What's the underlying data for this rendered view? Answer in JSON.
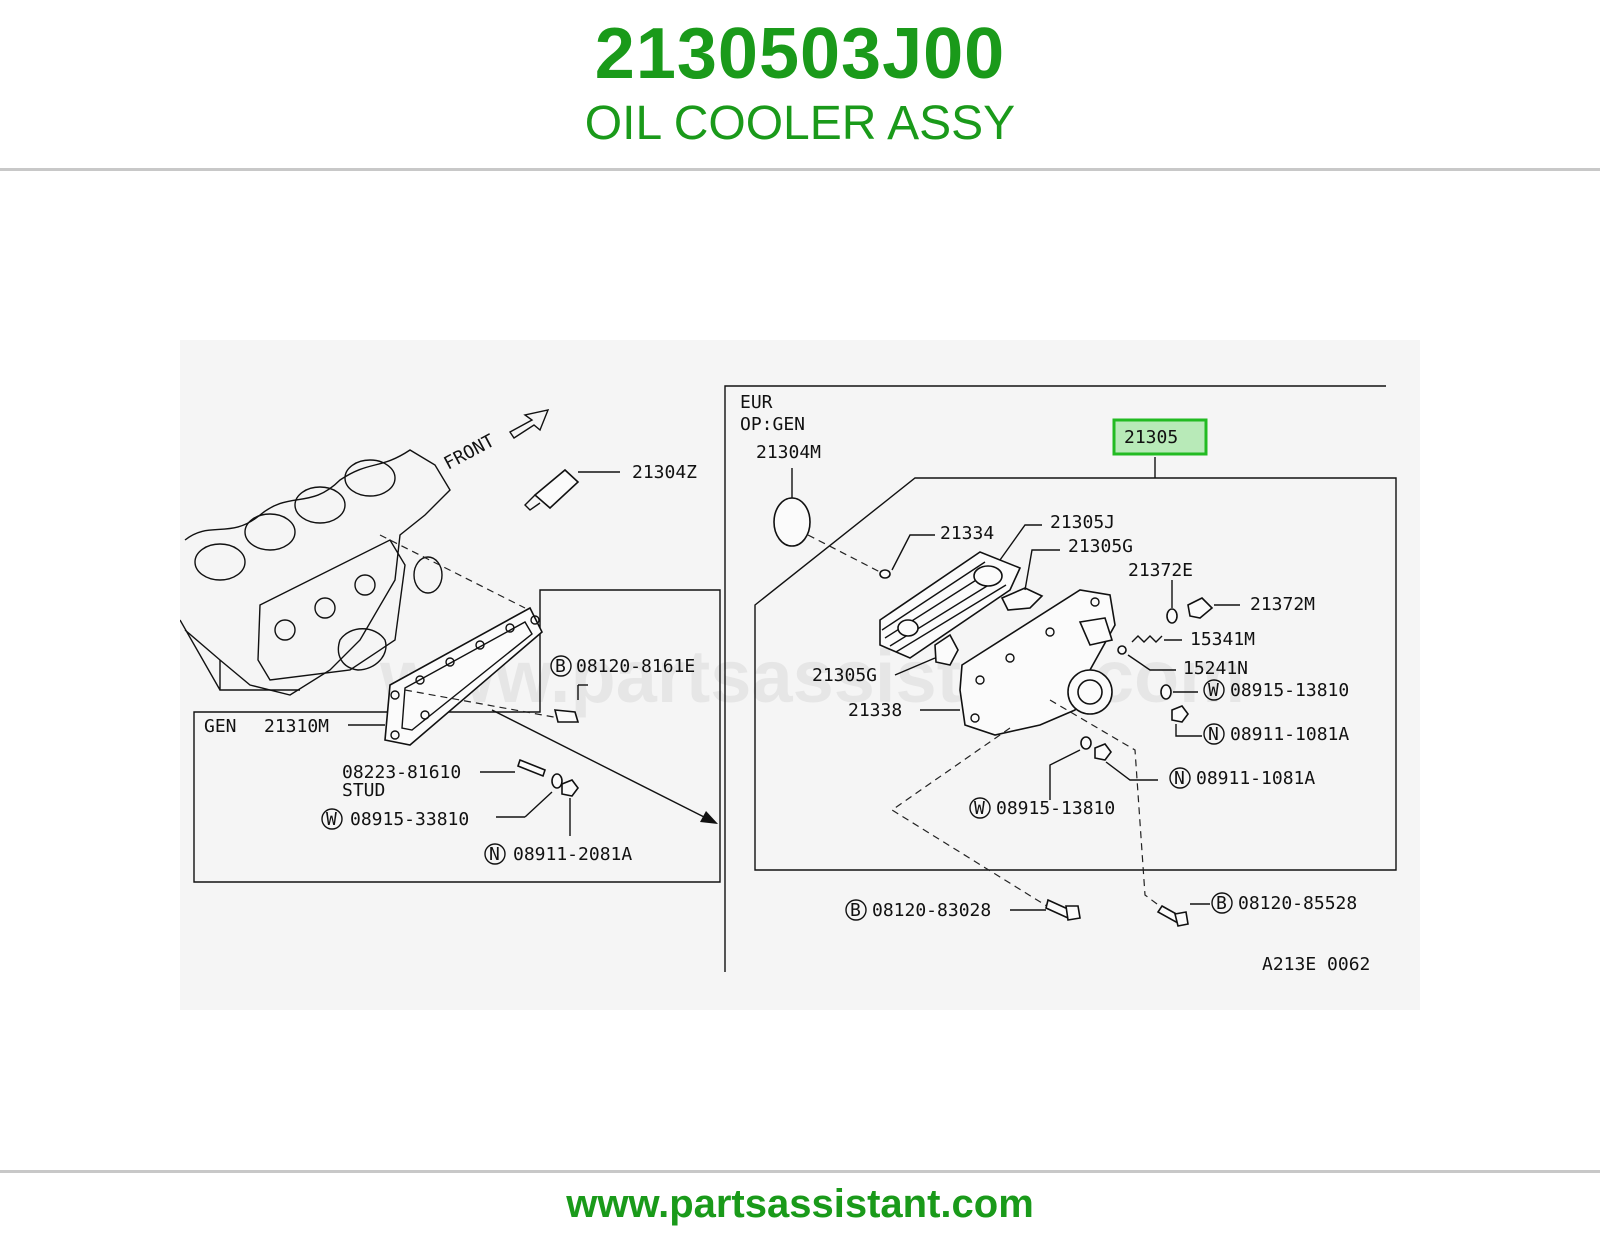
{
  "header": {
    "part_number": "2130503J00",
    "part_name": "OIL COOLER ASSY"
  },
  "footer": {
    "url": "www.partsassistant.com"
  },
  "diagram": {
    "watermark": "www.partsassistant.com",
    "region_labels": {
      "eur": "EUR",
      "op_gen": "OP:GEN",
      "gen": "GEN",
      "front": "FRONT"
    },
    "highlighted_part": "21305",
    "highlight_color": "#22bb22",
    "drawing_code": "A213E 0062",
    "callouts": {
      "p21304z": "21304Z",
      "p21310m": "21310M",
      "p08120_8161e": "08120-8161E",
      "p08223_81610": "08223-81610",
      "stud": "STUD",
      "p08915_33810": "08915-33810",
      "p08911_2081a": "08911-2081A",
      "p21304m": "21304M",
      "p21334": "21334",
      "p21305j": "21305J",
      "p21305g_top": "21305G",
      "p21372e": "21372E",
      "p21372m": "21372M",
      "p15341m": "15341M",
      "p15241n": "15241N",
      "p21305g_left": "21305G",
      "p21338": "21338",
      "p08915_13810_a": "08915-13810",
      "p08911_1081a_a": "08911-1081A",
      "p08911_1081a_b": "08911-1081A",
      "p08915_13810_b": "08915-13810",
      "p08120_83028": "08120-83028",
      "p08120_85528": "08120-85528"
    },
    "symbols": {
      "bolt": "B",
      "washer": "W",
      "nut": "N"
    }
  }
}
